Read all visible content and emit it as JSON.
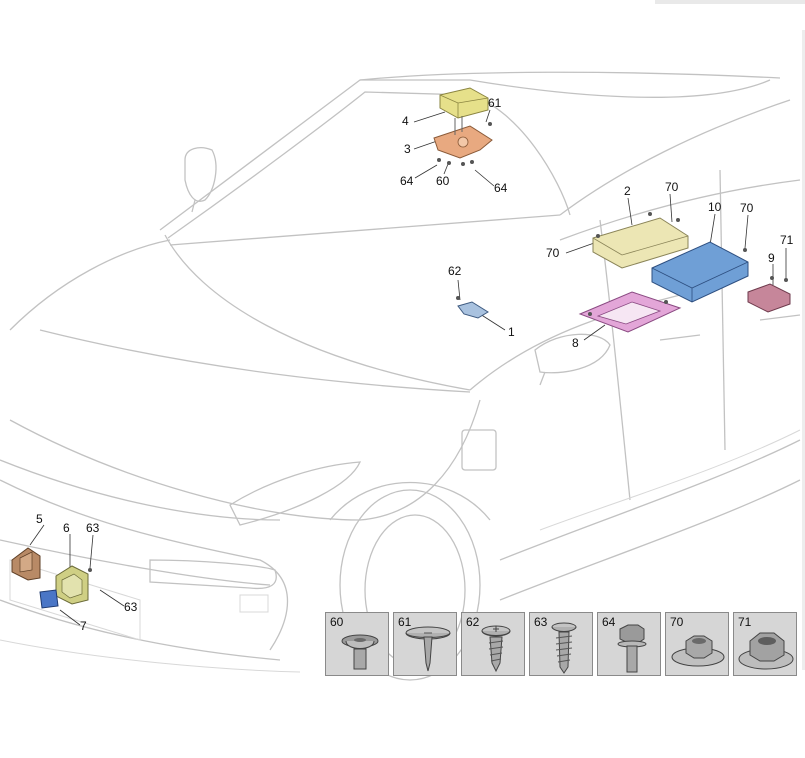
{
  "callouts": {
    "c1": "1",
    "c2": "2",
    "c3": "3",
    "c4": "4",
    "c5": "5",
    "c6": "6",
    "c7": "7",
    "c8": "8",
    "c9": "9",
    "c10": "10",
    "c60": "60",
    "c61": "61",
    "c62": "62",
    "c63a": "63",
    "c63b": "63",
    "c64a": "64",
    "c64b": "64",
    "c70a": "70",
    "c70b": "70",
    "c70c": "70",
    "c71": "71"
  },
  "fasteners": [
    {
      "number": "60",
      "icon": "flange-bolt-icon"
    },
    {
      "number": "61",
      "icon": "sheet-metal-screw-icon"
    },
    {
      "number": "62",
      "icon": "self-tapping-screw-icon"
    },
    {
      "number": "63",
      "icon": "coarse-thread-screw-icon"
    },
    {
      "number": "64",
      "icon": "hex-bolt-icon"
    },
    {
      "number": "70",
      "icon": "flange-nut-icon"
    },
    {
      "number": "71",
      "icon": "large-flange-nut-icon"
    }
  ],
  "colors": {
    "module_4": "#e6e08a",
    "bracket_3": "#e8a980",
    "module_2": "#ece6b4",
    "module_10": "#6f9fd6",
    "bracket_8": "#e3a6d8",
    "module_9": "#c6869a",
    "bracket_5": "#b88a66",
    "module_6": "#cfcf84",
    "module_7": "#4a76c6",
    "car_line": "#bdbdbd",
    "tile_bg": "#d6d6d6"
  }
}
